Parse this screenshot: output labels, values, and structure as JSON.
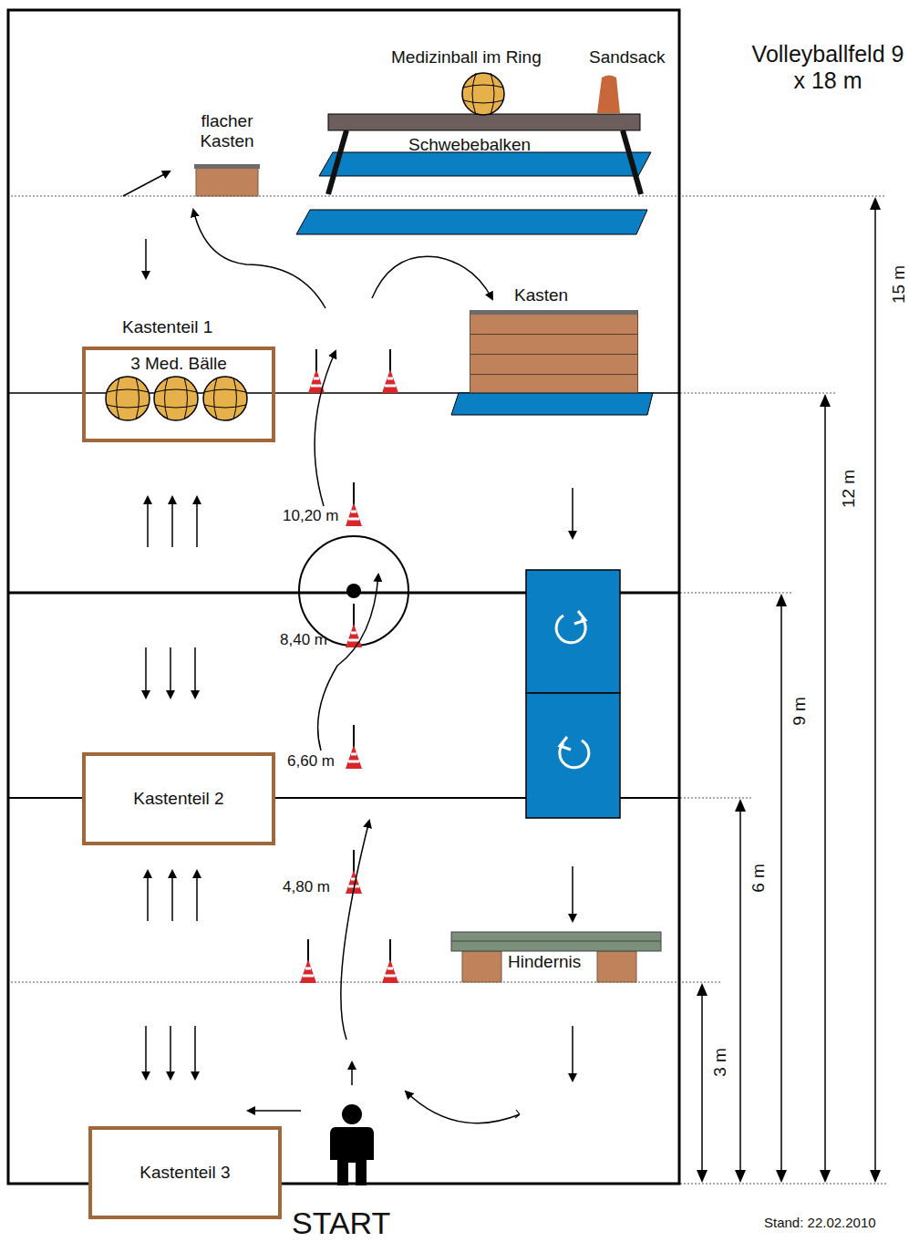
{
  "diagram": {
    "nodes": [
      {
        "text": [
          "flacher Kasten"
        ]
      },
      {
        "text": [
          "Kastenteil 1",
          "3 Med. Bälle"
        ]
      },
      {
        "text": [
          "Kasten"
        ]
      },
      {
        "text": [
          "Kastenteil 2"
        ]
      },
      {
        "text": [
          "Hindernis"
        ]
      },
      {
        "text": [
          "Kastenteil 3"
        ]
      }
    ],
    "labels": [
      "Medizinball im Ring",
      "Sandsack",
      "Schwebebalken",
      "Volleyballfeld 9 x 18 m",
      "10,20 m",
      "8,40 m",
      "6,60 m",
      "4,80 m",
      "15 m",
      "12 m",
      "9 m",
      "6 m",
      "3 m",
      "START",
      "Stand: 22.02.2010"
    ]
  }
}
